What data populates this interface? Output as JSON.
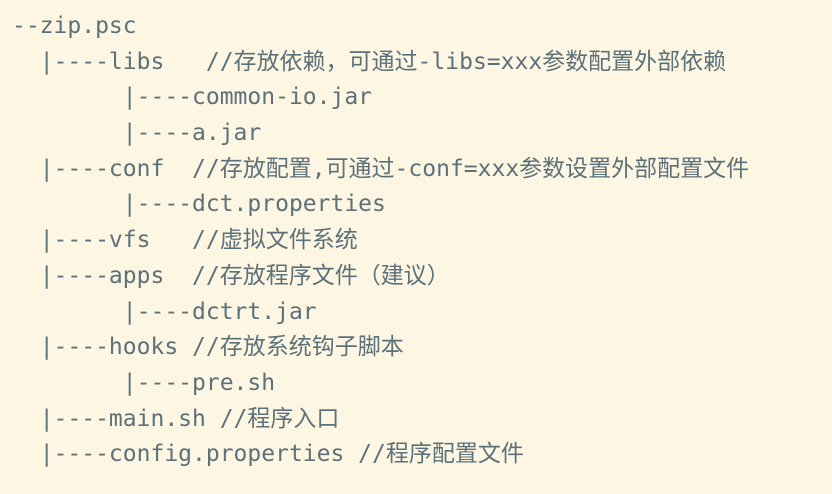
{
  "code_block": {
    "lines": [
      "--zip.psc",
      "  |----libs   //存放依赖，可通过-libs=xxx参数配置外部依赖",
      "        |----common-io.jar",
      "        |----a.jar",
      "  |----conf  //存放配置,可通过-conf=xxx参数设置外部配置文件",
      "        |----dct.properties",
      "  |----vfs   //虚拟文件系统",
      "  |----apps  //存放程序文件（建议）",
      "        |----dctrt.jar",
      "  |----hooks //存放系统钩子脚本",
      "        |----pre.sh",
      "  |----main.sh //程序入口",
      "  |----config.properties //程序配置文件"
    ]
  },
  "colors": {
    "background": "#fdf6e3",
    "text": "#5c717a"
  }
}
